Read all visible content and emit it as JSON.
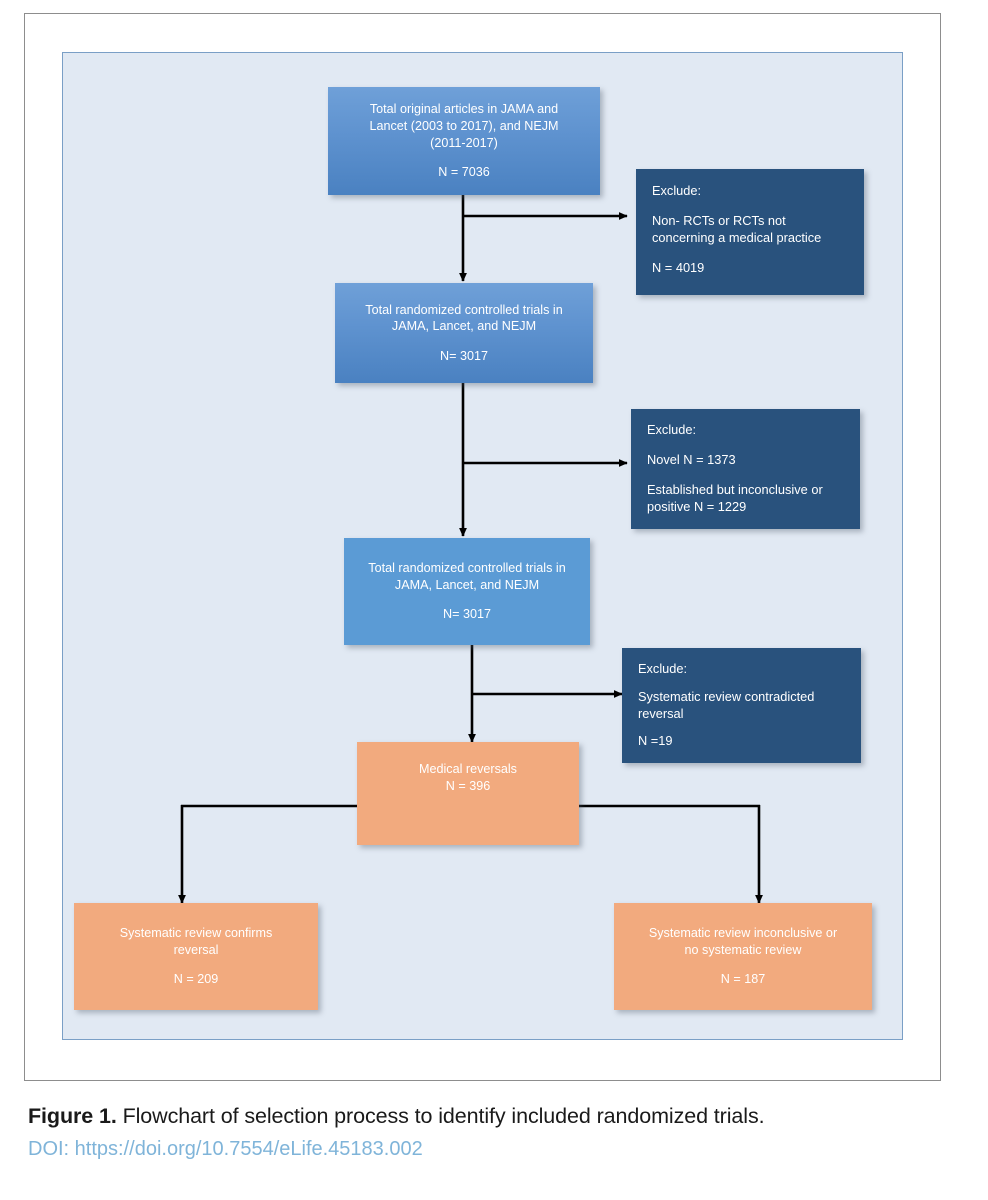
{
  "figure": {
    "caption_label": "Figure 1.",
    "caption_text": " Flowchart of selection process to identify included randomized trials.",
    "doi": "DOI: https://doi.org/10.7554/eLife.45183.002"
  },
  "colors": {
    "canvas_background": "#e1e9f3",
    "canvas_border": "#7a9fc6",
    "frame_border": "#8d8d8d",
    "process_blue_top": "#6fa0d8",
    "process_blue_bottom": "#4a81c1",
    "process_blue_flat": "#5b9bd5",
    "exclude_navy": "#29527d",
    "outcome_orange": "#f2aa7e",
    "connector": "#000000",
    "doi_link": "#7fb4d9"
  },
  "flowchart": {
    "type": "flowchart",
    "title": "Flowchart of selection process to identify included randomized trials",
    "nodes": [
      {
        "id": "total-articles",
        "kind": "process",
        "style": "blue-gradient",
        "line1": "Total original articles in JAMA and",
        "line2": "Lancet (2003 to 2017), and NEJM",
        "line3": "(2011-2017)",
        "count_label": "N = 7036",
        "count": 7036
      },
      {
        "id": "exclude-non-rct",
        "kind": "exclusion",
        "style": "navy",
        "header": "Exclude:",
        "line1": "Non- RCTs or RCTs not",
        "line2": "concerning a medical practice",
        "count_label": "N = 4019",
        "count": 4019
      },
      {
        "id": "total-rct-1",
        "kind": "process",
        "style": "blue-gradient",
        "line1": "Total randomized controlled trials in",
        "line2": "JAMA, Lancet, and NEJM",
        "count_label": "N= 3017",
        "count": 3017
      },
      {
        "id": "exclude-novel-established",
        "kind": "exclusion",
        "style": "navy",
        "header": "Exclude:",
        "line1": "Novel N = 1373",
        "line2": "Established but inconclusive or",
        "line3": "positive N = 1229",
        "novel_count": 1373,
        "established_count": 1229
      },
      {
        "id": "total-rct-2",
        "kind": "process",
        "style": "blue-flat",
        "line1": "Total randomized controlled trials in",
        "line2": "JAMA, Lancet, and NEJM",
        "count_label": "N= 3017",
        "count": 3017
      },
      {
        "id": "exclude-contradicted",
        "kind": "exclusion",
        "style": "navy",
        "header": "Exclude:",
        "line1": "Systematic review contradicted",
        "line2": "reversal",
        "count_label": "N =19",
        "count": 19
      },
      {
        "id": "medical-reversals",
        "kind": "outcome",
        "style": "orange",
        "line1": "Medical reversals",
        "count_label": "N = 396",
        "count": 396
      },
      {
        "id": "review-confirms",
        "kind": "outcome",
        "style": "orange",
        "line1": "Systematic review confirms",
        "line2": "reversal",
        "count_label": "N = 209",
        "count": 209
      },
      {
        "id": "review-inconclusive",
        "kind": "outcome",
        "style": "orange",
        "line1": "Systematic review inconclusive or",
        "line2": "no systematic review",
        "count_label": "N = 187",
        "count": 187
      }
    ],
    "edges": [
      {
        "from": "total-articles",
        "to": "total-rct-1",
        "kind": "down-arrow"
      },
      {
        "from": "total-articles",
        "to": "exclude-non-rct",
        "kind": "branch-right-arrow"
      },
      {
        "from": "total-rct-1",
        "to": "total-rct-2",
        "kind": "down-arrow"
      },
      {
        "from": "total-rct-1",
        "to": "exclude-novel-established",
        "kind": "branch-right-arrow"
      },
      {
        "from": "total-rct-2",
        "to": "medical-reversals",
        "kind": "down-arrow"
      },
      {
        "from": "total-rct-2",
        "to": "exclude-contradicted",
        "kind": "branch-right-arrow"
      },
      {
        "from": "medical-reversals",
        "to": "review-confirms",
        "kind": "split-left-arrow"
      },
      {
        "from": "medical-reversals",
        "to": "review-inconclusive",
        "kind": "split-right-arrow"
      }
    ]
  }
}
